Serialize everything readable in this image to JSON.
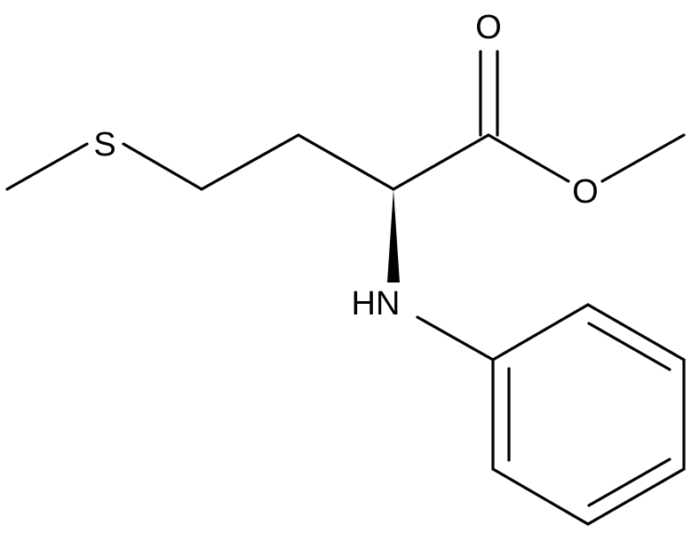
{
  "structure": {
    "atoms": {
      "sulfur": "S",
      "carbonyl_oxygen": "O",
      "ester_oxygen": "O",
      "amine": "HN"
    },
    "stereo_bond": "wedge",
    "colors": {
      "line": "#000000",
      "background": "#ffffff"
    }
  }
}
